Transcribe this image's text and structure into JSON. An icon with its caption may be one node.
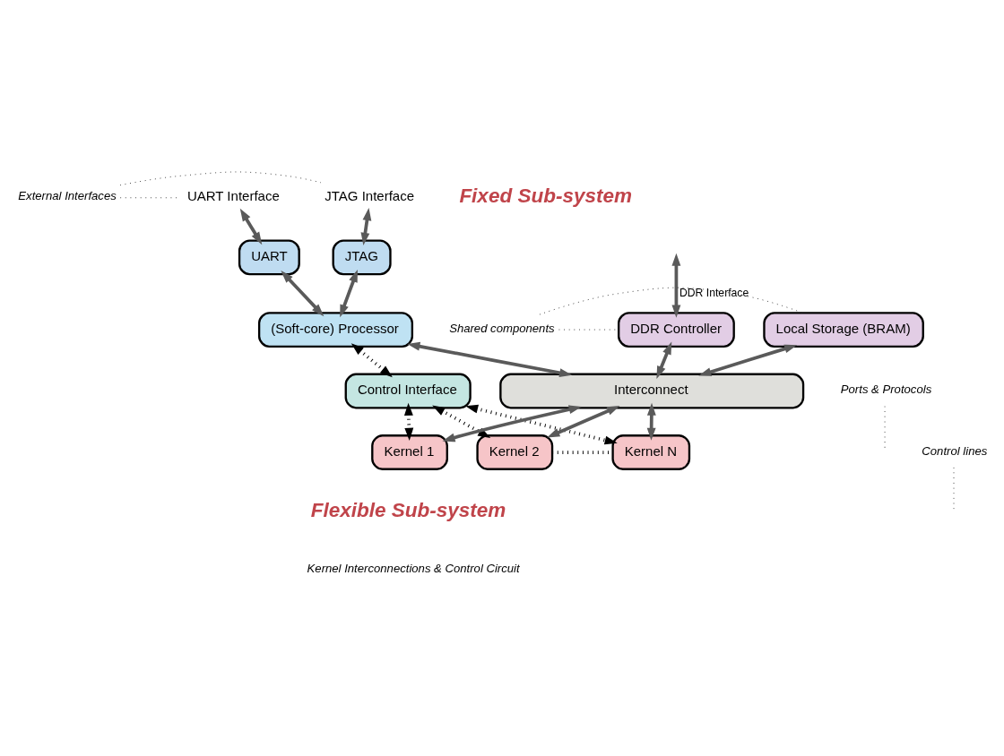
{
  "diagram": {
    "nodes": [
      {
        "text": [
          "JTAG Interface"
        ]
      },
      {
        "text": [
          "UART Interface"
        ]
      },
      {
        "text": [
          "External Interfaces"
        ]
      },
      {
        "text": [
          "JTAG"
        ]
      },
      {
        "text": [
          "UART"
        ]
      },
      {
        "text": [
          "Shared components"
        ]
      },
      {
        "text": [
          "(Soft-core) Processor"
        ]
      },
      {
        "text": [
          "DDR Controller"
        ]
      },
      {
        "text": [
          "Local Storage (BRAM)"
        ]
      },
      {
        "text": [
          "Ports & Protocols"
        ]
      },
      {
        "text": [
          "Control Interface"
        ]
      },
      {
        "text": [
          "Interconnect"
        ]
      },
      {
        "text": [
          "Control lines"
        ]
      },
      {
        "text": [
          "Kernel 1"
        ]
      },
      {
        "text": [
          "Kernel 2"
        ]
      },
      {
        "text": [
          "Kernel N"
        ]
      }
    ],
    "edges": [
      {
        "from": 2,
        "to": 0,
        "arrow": "none",
        "style": "dashed"
      },
      {
        "from": 2,
        "to": 1,
        "arrow": "none",
        "style": "dashed"
      },
      {
        "from": 0,
        "to": 3,
        "arrow": "both"
      },
      {
        "from": 1,
        "to": 4,
        "arrow": "both"
      },
      {
        "from": 3,
        "to": 6,
        "arrow": "both"
      },
      {
        "from": 4,
        "to": 6,
        "arrow": "both"
      },
      {
        "from": null,
        "to": 7,
        "arrow": "both",
        "label": "DDR Interface"
      },
      {
        "from": 5,
        "to": 7,
        "arrow": "none",
        "style": "dashed"
      },
      {
        "from": 5,
        "to": 8,
        "arrow": "none",
        "style": "dashed"
      },
      {
        "from": 10,
        "to": 6,
        "arrow": "both",
        "style": "dashed",
        "color": "#000000"
      },
      {
        "from": 6,
        "to": 11,
        "arrow": "both"
      },
      {
        "from": 7,
        "to": 11,
        "arrow": "both"
      },
      {
        "from": 8,
        "to": 11,
        "arrow": "both"
      },
      {
        "from": 9,
        "to": null,
        "arrow": "none",
        "style": "dashed"
      },
      {
        "from": 11,
        "to": 13,
        "arrow": "both"
      },
      {
        "from": 11,
        "to": 14,
        "arrow": "both"
      },
      {
        "from": 11,
        "to": 15,
        "arrow": "both"
      },
      {
        "from": 14,
        "to": 15,
        "arrow": "none",
        "style": "dashed",
        "color": "#000000"
      },
      {
        "from": 10,
        "to": 13,
        "arrow": "both",
        "style": "dashed",
        "color": "#000000"
      },
      {
        "from": 10,
        "to": 14,
        "arrow": "both",
        "style": "dashed",
        "color": "#000000"
      },
      {
        "from": 10,
        "to": 15,
        "arrow": "both",
        "style": "dashed",
        "color": "#000000"
      },
      {
        "from": 12,
        "to": null,
        "arrow": "none",
        "style": "dashed"
      }
    ],
    "labels": [
      "Fixed Sub-system",
      "Flexible Sub-system",
      "Kernel Interconnections & Control Circuit"
    ]
  }
}
